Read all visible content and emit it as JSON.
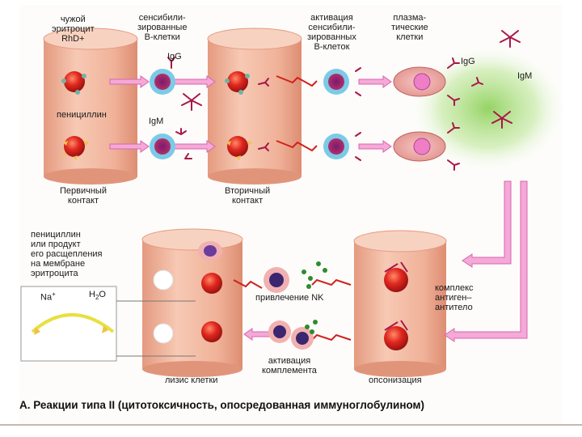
{
  "labels": {
    "foreign_erythrocyte": "чужой\nэритроцит\nRhD+",
    "sensitized_b_cells": "сенсибили-\nзированные\nB-клетки",
    "activation_b_cells": "активация\nсенсибили-\nзированных\nB-клеток",
    "plasma_cells": "плазма-\nтические\nклетки",
    "igg_1": "IgG",
    "igg_2": "IgG",
    "igm_1": "IgM",
    "igm_2": "IgM",
    "penicillin": "пенициллин",
    "primary_contact": "Первичный\nконтакт",
    "secondary_contact": "Вторичный\nконтакт",
    "penicillin_membrane": "пенициллин\nили продукт\nего расщепления\nна мембране\nэритроцита",
    "na": "Na",
    "na_sup": "+",
    "h2o_h": "H",
    "h2o_sub": "2",
    "h2o_o": "O",
    "nk_recruit": "привлечение NK",
    "complex": "комплекс\nантиген–\nантитело",
    "complement": "активация\nкомплемента",
    "lysis": "лизис клетки",
    "opsonization": "опсонизация"
  },
  "caption": "A. Реакции типа II (цитотоксичность, опосредованная иммуноглобулином)",
  "colors": {
    "cylinder": "#f3b8a0",
    "erythrocyte": "#d8261e",
    "antibody": "#a8174a",
    "arrow": "#e57bc0",
    "green_glow": "#9bd66a"
  }
}
